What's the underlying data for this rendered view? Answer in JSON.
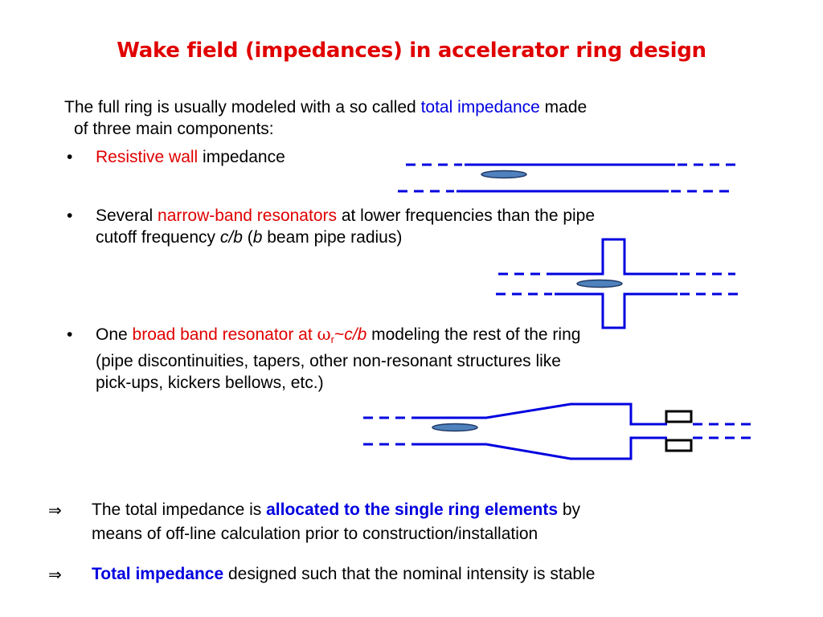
{
  "title": "Wake field (impedances) in accelerator ring design",
  "intro": {
    "line1_pre": "The full ring is usually modeled with a so called ",
    "line1_highlight": "total impedance",
    "line1_post": " made",
    "line2": "of three main components:"
  },
  "bullets": [
    {
      "marker": "•",
      "highlight": "Resistive wall",
      "rest": " impedance"
    },
    {
      "marker": "•",
      "pre": "Several ",
      "highlight": "narrow-band resonators",
      "post": " at lower frequencies than the pipe",
      "line2_pre": "cutoff frequency ",
      "line2_cb": "c/b",
      "line2_mid": " (",
      "line2_b": "b",
      "line2_post": " beam pipe radius)"
    },
    {
      "marker": "•",
      "pre": "One ",
      "highlight": "broad band resonator at ",
      "omega": "ω",
      "sub": "r",
      "tilde": "~",
      "cb": "c/b",
      "post": " modeling the rest of the ring",
      "line2": "(pipe discontinuities, tapers, other non-resonant structures like",
      "line3": "pick-ups, kickers bellows, etc.)"
    }
  ],
  "conclusions": [
    {
      "arrow": "⇒",
      "pre": "The total impedance is ",
      "highlight": "allocated to the single ring elements",
      "post": " by",
      "line2": "means of off-line calculation prior to construction/installation"
    },
    {
      "arrow": "⇒",
      "highlight": "Total impedance",
      "post": " designed such that the nominal intensity is stable"
    }
  ],
  "colors": {
    "title": "#e00000",
    "highlight_red": "#e00000",
    "highlight_blue": "#0000e0",
    "pipe": "#0000e0",
    "bunch_fill": "#4f81bd",
    "bunch_stroke": "#1f3864"
  },
  "icons": {
    "arrow": "implies-arrow-icon",
    "bullet": "bullet-dot-icon"
  }
}
